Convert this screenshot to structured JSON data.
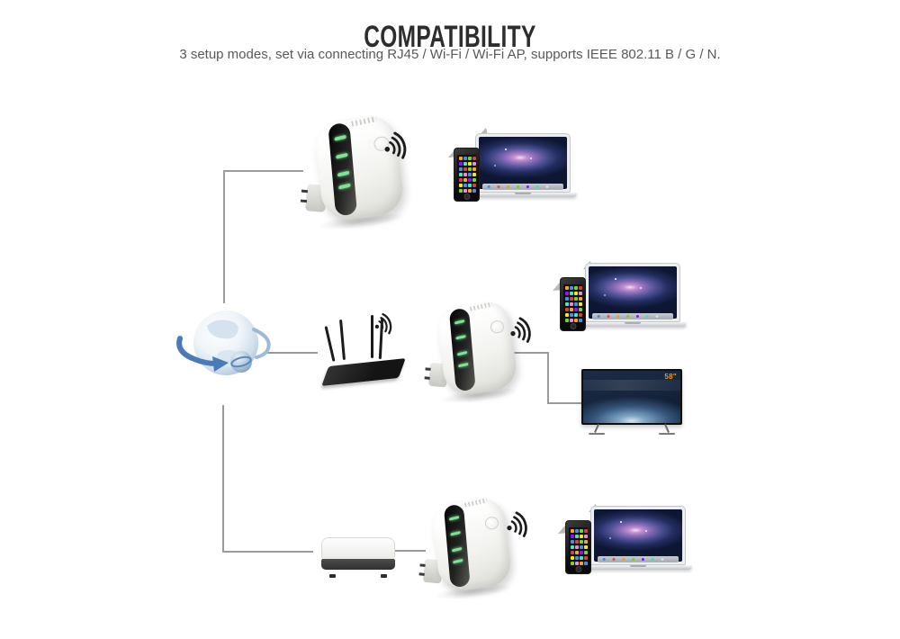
{
  "header": {
    "title": "COMPATIBILITY",
    "subtitle": "3 setup modes, set via connecting RJ45 / Wi-Fi / Wi-Fi AP, supports IEEE 802.11 B / G / N."
  },
  "diagram": {
    "tv_size_label": "58\"",
    "icons": {
      "wifi_signal": "dot with three radiating arcs",
      "wifi_fan_small": "small gray wifi wedge",
      "internet_globe": "blue globe with orbiting arrow"
    },
    "colors": {
      "connector_line": "#9b9b9b",
      "led_green": "#7de592",
      "wifi_icon_black": "#1c1c1c",
      "globe_arrow_blue": "#4a7ab8",
      "tv_label_orange": "#e8991c",
      "title_text": "#2d2d2d",
      "subtitle_text": "#595959"
    }
  }
}
